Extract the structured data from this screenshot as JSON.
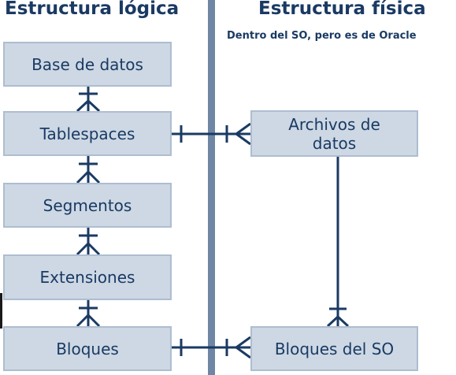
{
  "logical": {
    "title": "Estructura lógica",
    "boxes": [
      "Base de datos",
      "Tablespaces",
      "Segmentos",
      "Extensiones",
      "Bloques"
    ]
  },
  "physical": {
    "title": "Estructura física",
    "subtitle": "Dentro del SO, pero es de Oracle",
    "boxes": [
      "Archivos de datos",
      "Bloques del SO"
    ]
  },
  "colors": {
    "box_fill": "#cdd8e4",
    "box_border": "#aebdd0",
    "line": "#1a3a63",
    "text": "#1a3a63",
    "divider": "#6f86a4"
  }
}
